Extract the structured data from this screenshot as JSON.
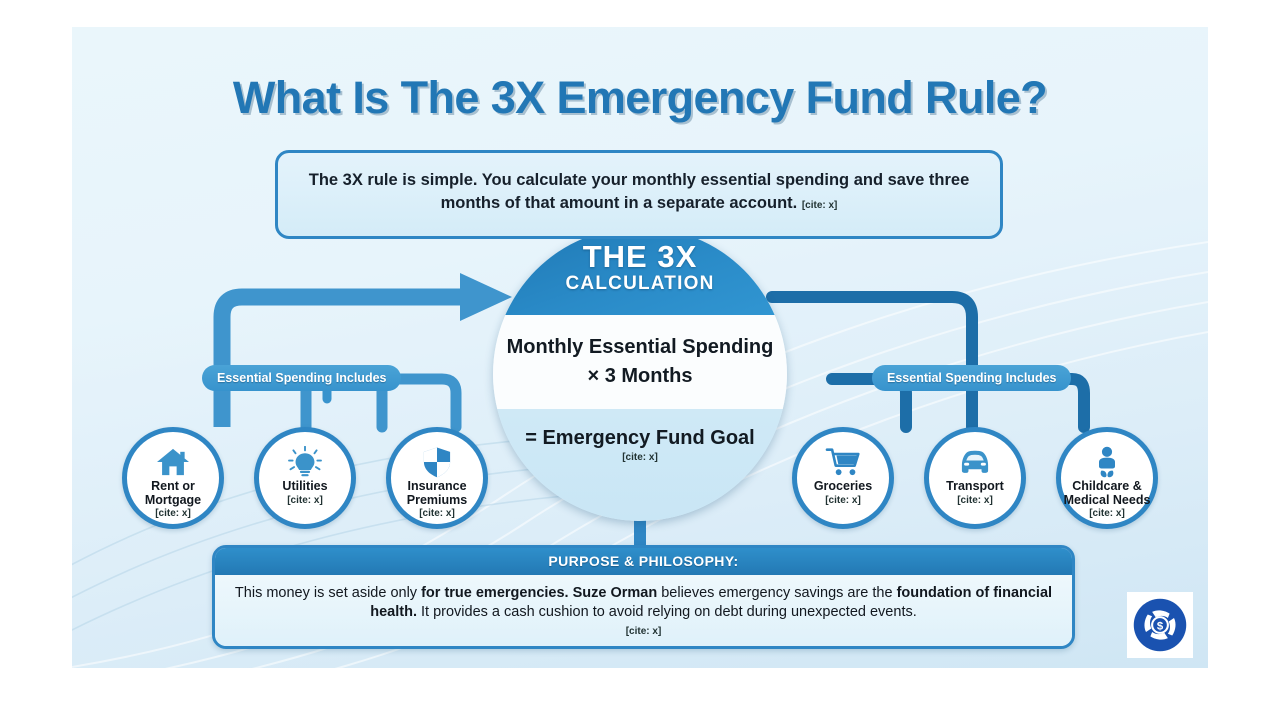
{
  "header": {
    "title": "What Is The 3X Emergency Fund Rule?"
  },
  "intro": {
    "text": "The 3X rule is simple. You calculate your monthly essential spending and save three months of that amount in a separate account.",
    "cite": "[cite: x]"
  },
  "hub": {
    "title_line1": "THE 3X",
    "title_line2": "CALCULATION",
    "formula_line1": "Monthly Essential Spending",
    "formula_line2": "× 3 Months",
    "result": "= Emergency Fund Goal",
    "cite": "[cite: x]"
  },
  "groups": [
    {
      "id": "left",
      "label": "Essential Spending Includes",
      "nodes": [
        {
          "icon": "house-icon",
          "label": "Rent or Mortgage",
          "cite": "[cite: x]"
        },
        {
          "icon": "lightbulb-icon",
          "label": "Utilities",
          "cite": "[cite: x]"
        },
        {
          "icon": "shield-icon",
          "label": "Insurance Premiums",
          "cite": "[cite: x]"
        }
      ]
    },
    {
      "id": "right",
      "label": "Essential Spending Includes",
      "nodes": [
        {
          "icon": "shopping-cart-icon",
          "label": "Groceries",
          "cite": "[cite: x]"
        },
        {
          "icon": "car-icon",
          "label": "Transport",
          "cite": "[cite: x]"
        },
        {
          "icon": "baby-icon",
          "label": "Childcare & Medical Needs",
          "cite": "[cite: x]"
        }
      ]
    }
  ],
  "purpose": {
    "heading": "PURPOSE & PHILOSOPHY:",
    "parts": [
      {
        "text": "This money is set aside only ",
        "bold": false
      },
      {
        "text": "for true emergencies. Suze Orman",
        "bold": true
      },
      {
        "text": " believes emergency savings are the ",
        "bold": false
      },
      {
        "text": "foundation of financial health.",
        "bold": true
      },
      {
        "text": " It provides a cash cushion to avoid relying on debt during unexpected events.",
        "bold": false
      }
    ],
    "cite": "[cite: x]"
  },
  "logo": {
    "name": "hands-holding-coin-logo"
  },
  "colors": {
    "title_blue": "#2277b5",
    "accent_blue": "#2f86c4",
    "hub_blue": "#1f78b4",
    "pill_blue": "#3793cd",
    "arrow_blue": "#3f95cd",
    "wire_dark": "#1d6ea8",
    "canvas_bg": "#e7f4fb"
  }
}
